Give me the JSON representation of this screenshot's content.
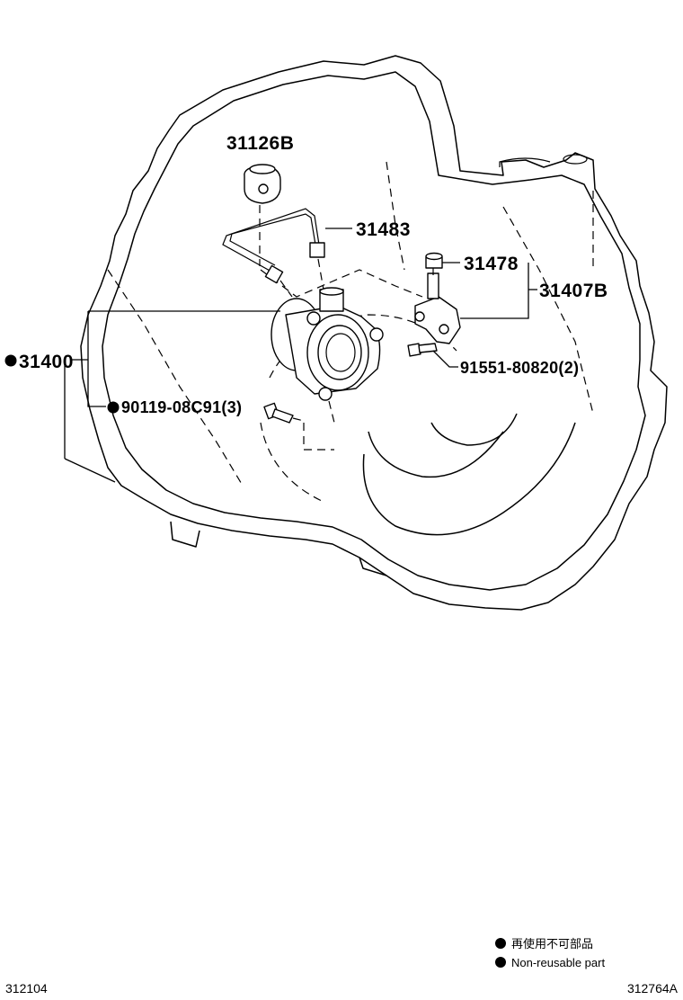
{
  "diagram": {
    "part_labels": {
      "p31126B": "31126B",
      "p31483": "31483",
      "p31478": "31478",
      "p31407B": "31407B",
      "p31400": "31400",
      "p91551": "91551-80820(2)",
      "p90119": "90119-08C91(3)"
    },
    "legend": {
      "jp": "再使用不可部品",
      "en": "Non-reusable part"
    },
    "footer": {
      "left_code": "312104",
      "right_code": "312764A"
    }
  }
}
